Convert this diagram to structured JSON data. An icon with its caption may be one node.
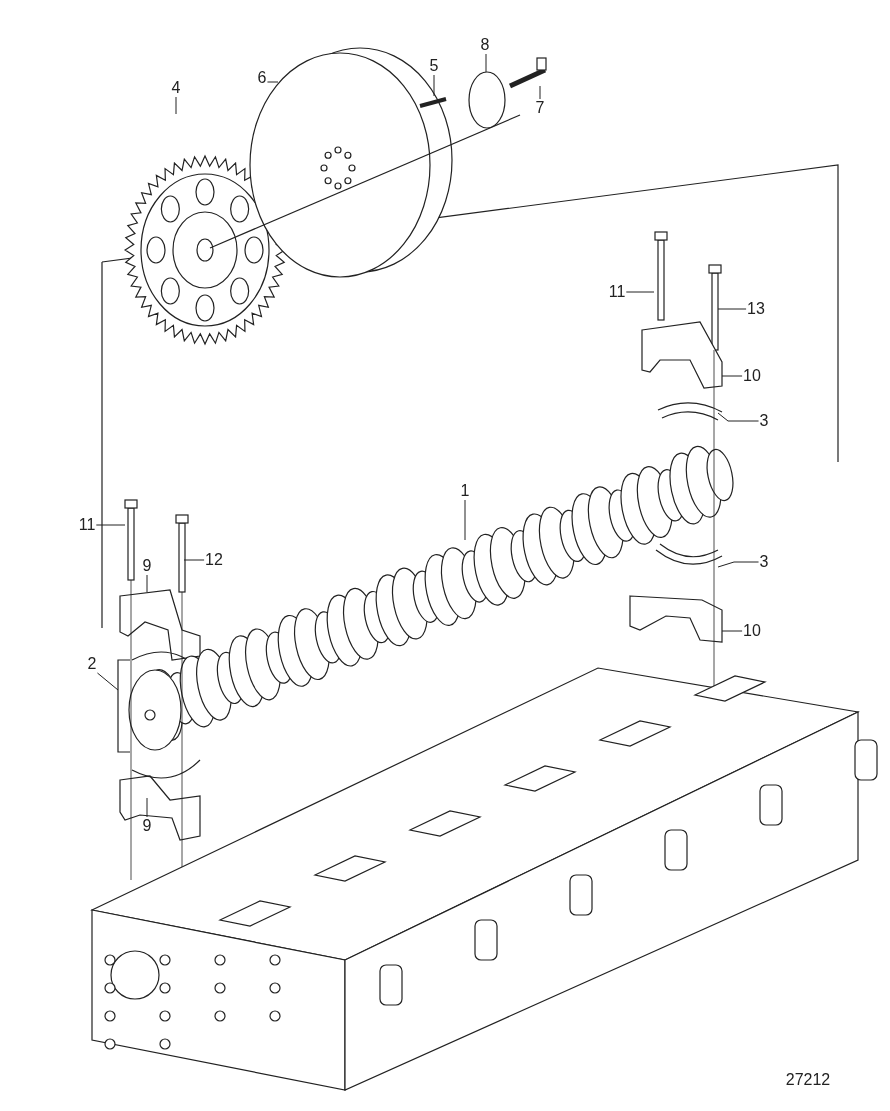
{
  "diagram": {
    "nodes": [
      {
        "text": [
          "8"
        ]
      },
      {
        "text": [
          "4"
        ]
      },
      {
        "text": [
          "6"
        ]
      },
      {
        "text": [
          "5"
        ]
      },
      {
        "text": [
          "7"
        ]
      },
      {
        "text": [
          "11"
        ]
      },
      {
        "text": [
          "13"
        ]
      },
      {
        "text": [
          "10"
        ]
      },
      {
        "text": [
          "3"
        ]
      },
      {
        "text": [
          "1"
        ]
      },
      {
        "text": [
          "11"
        ]
      },
      {
        "text": [
          "12"
        ]
      },
      {
        "text": [
          "3"
        ]
      },
      {
        "text": [
          "9"
        ]
      },
      {
        "text": [
          "10"
        ]
      },
      {
        "text": [
          "2"
        ]
      },
      {
        "text": [
          "9"
        ]
      }
    ],
    "edges": [
      {
        "from": 0,
        "to": null,
        "arrow": "none"
      },
      {
        "from": 1,
        "to": null,
        "arrow": "none"
      },
      {
        "from": 2,
        "to": null,
        "arrow": "none"
      },
      {
        "from": 3,
        "to": null,
        "arrow": "none"
      },
      {
        "from": 4,
        "to": null,
        "arrow": "none"
      },
      {
        "from": 5,
        "to": null,
        "arrow": "none"
      },
      {
        "from": 6,
        "to": null,
        "arrow": "none"
      },
      {
        "from": 7,
        "to": null,
        "arrow": "none"
      },
      {
        "from": 8,
        "to": null,
        "arrow": "none"
      },
      {
        "from": 9,
        "to": null,
        "arrow": "none"
      },
      {
        "from": 10,
        "to": null,
        "arrow": "none"
      },
      {
        "from": 11,
        "to": null,
        "arrow": "none"
      },
      {
        "from": 12,
        "to": null,
        "arrow": "none"
      },
      {
        "from": 13,
        "to": null,
        "arrow": "none"
      },
      {
        "from": 14,
        "to": null,
        "arrow": "none"
      },
      {
        "from": 15,
        "to": null,
        "arrow": "none"
      },
      {
        "from": 16,
        "to": null,
        "arrow": "none"
      }
    ],
    "labels": [
      "27212"
    ]
  }
}
